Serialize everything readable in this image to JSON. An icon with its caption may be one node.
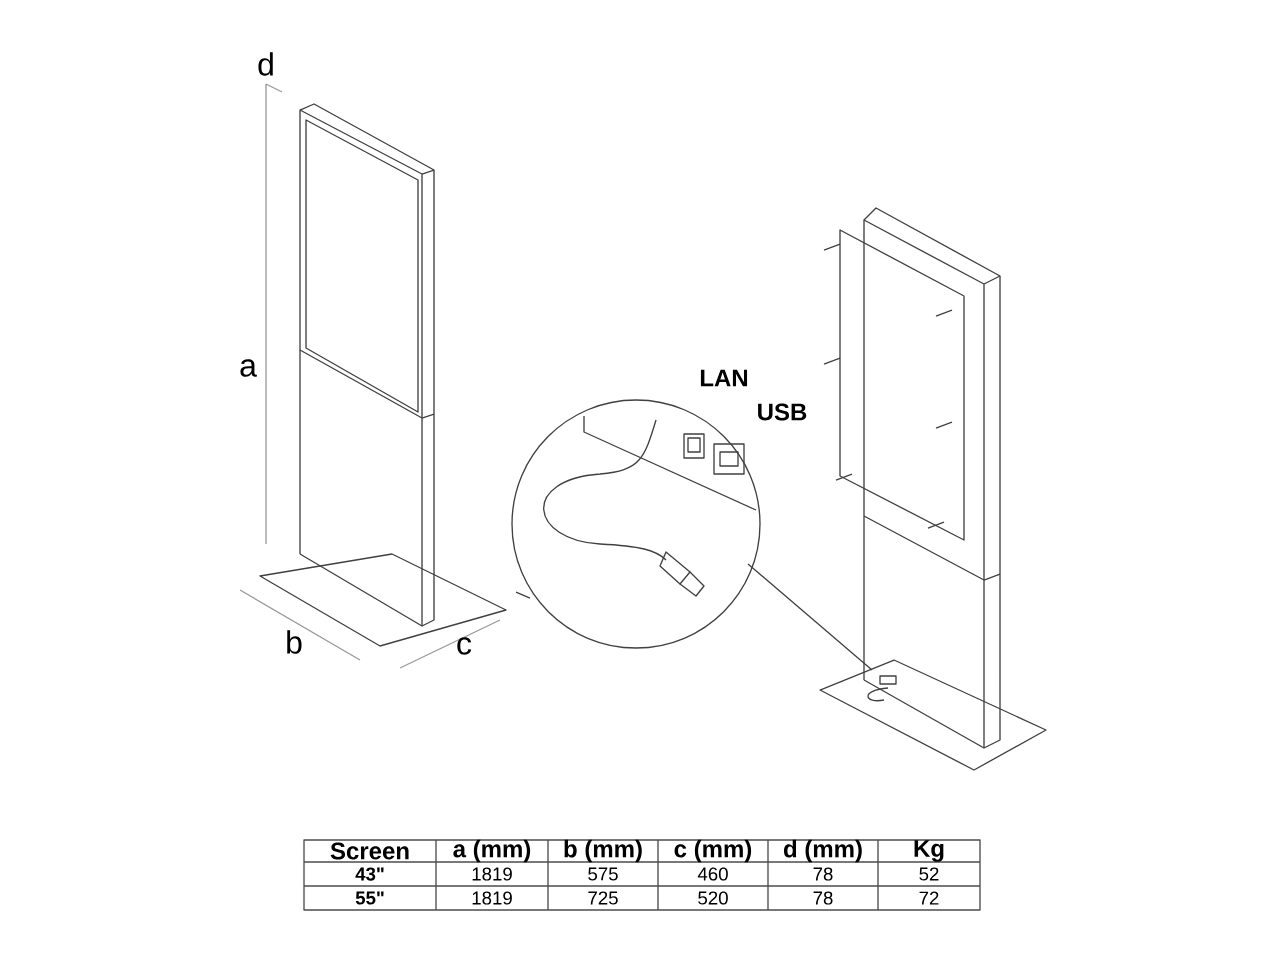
{
  "diagram": {
    "labels": [
      "d",
      "a",
      "b",
      "c",
      "LAN",
      "USB",
      "Screen",
      "a (mm)",
      "b (mm)",
      "c (mm)",
      "d (mm)",
      "Kg",
      "43\"",
      "1819",
      "575",
      "460",
      "78",
      "52",
      "55\"",
      "1819",
      "725",
      "520",
      "78",
      "72"
    ]
  }
}
